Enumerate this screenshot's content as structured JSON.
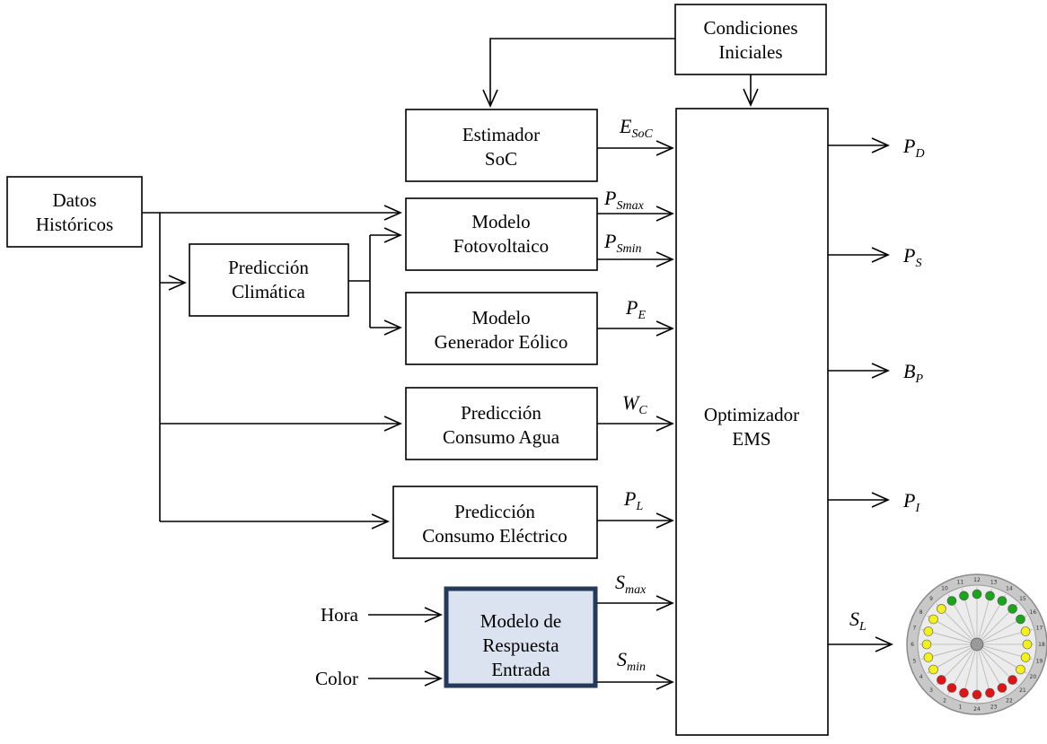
{
  "blocks": {
    "initial_conditions": [
      "Condiciones",
      "Iniciales"
    ],
    "historical_data": [
      "Datos",
      "Históricos"
    ],
    "soc_estimator": [
      "Estimador",
      "SoC"
    ],
    "pv_model": [
      "Modelo",
      "Fotovoltaico"
    ],
    "climate_prediction": [
      "Predicción",
      "Climática"
    ],
    "wind_model": [
      "Modelo",
      "Generador Eólico"
    ],
    "water_prediction": [
      "Predicción",
      "Consumo Agua"
    ],
    "electric_prediction": [
      "Predicción",
      "Consumo Eléctrico"
    ],
    "response_model": [
      "Modelo de",
      "Respuesta",
      "Entrada"
    ],
    "optimizer": [
      "Optimizador",
      "EMS"
    ]
  },
  "inputs": {
    "hour": "Hora",
    "color": "Color"
  },
  "signals": {
    "e_soc": {
      "main": "E",
      "sub": "SoC"
    },
    "p_smax": {
      "main": "P",
      "sub": "Smax"
    },
    "p_smin": {
      "main": "P",
      "sub": "Smin"
    },
    "p_e": {
      "main": "P",
      "sub": "E"
    },
    "w_c": {
      "main": "W",
      "sub": "C"
    },
    "p_l": {
      "main": "P",
      "sub": "L"
    },
    "s_max": {
      "main": "S",
      "sub": "max"
    },
    "s_min": {
      "main": "S",
      "sub": "min"
    }
  },
  "outputs": {
    "p_d": {
      "main": "P",
      "sub": "D"
    },
    "p_s": {
      "main": "P",
      "sub": "S"
    },
    "b_p": {
      "main": "B",
      "sub": "P"
    },
    "p_i": {
      "main": "P",
      "sub": "I"
    },
    "s_l": {
      "main": "S",
      "sub": "L"
    }
  },
  "dial": {
    "hours": [
      "12",
      "13",
      "14",
      "15",
      "16",
      "17",
      "18",
      "19",
      "20",
      "21",
      "22",
      "23",
      "24",
      "1",
      "2",
      "3",
      "4",
      "5",
      "6",
      "7",
      "8",
      "9",
      "10",
      "11"
    ],
    "dot_colors": [
      "green",
      "green",
      "green",
      "green",
      "green",
      "yellow",
      "yellow",
      "yellow",
      "yellow",
      "red",
      "red",
      "red",
      "red",
      "red",
      "red",
      "red",
      "yellow",
      "yellow",
      "yellow",
      "yellow",
      "yellow",
      "yellow",
      "green",
      "green"
    ],
    "palette": {
      "green": "#1aa51a",
      "yellow": "#f2f21a",
      "red": "#e01414",
      "ring": "#c8c8c8",
      "face": "#ececec"
    }
  }
}
